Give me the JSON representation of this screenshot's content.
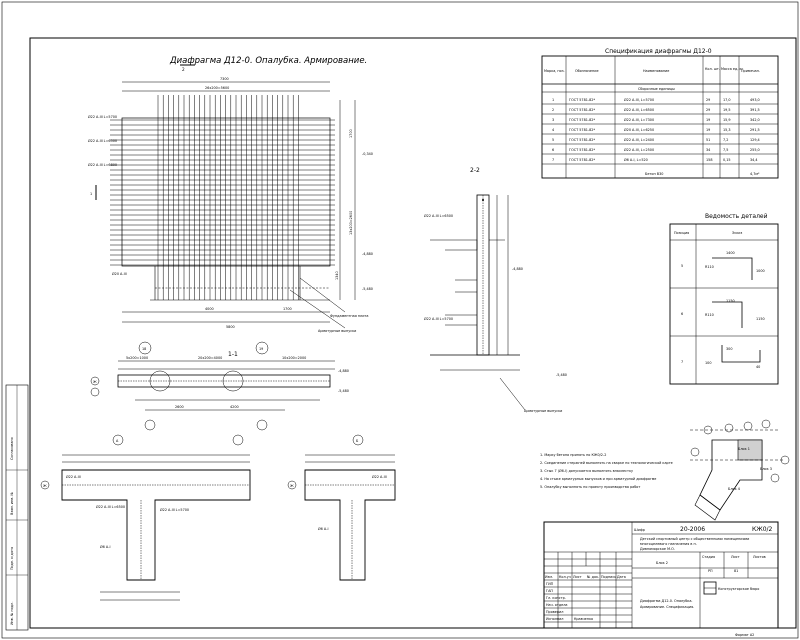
{
  "drawing": {
    "title": "Диафрагма Д12-0. Опалубка. Армирование.",
    "title_mark": "2",
    "section_2_2": "2-2",
    "section_1_1": "1-1",
    "node_a": "А",
    "node_b": "Б",
    "axis_1": "1",
    "axis_ks": "Ж",
    "axis_18": "18",
    "axis_19": "19",
    "elev_top": "-0,340",
    "elev_mid": "-4,880",
    "elev_low": "-5,480",
    "elev_ks": "-4,880",
    "elev_ks2": "-5,480",
    "note_vyp": "Арматурные выпуски",
    "note_fund": "Фундаментная плита",
    "note_vyp2": "Арматурные выпуски",
    "dim_top": "7300",
    "dim_pitch": "26х200=5600",
    "dim_bottom1": "4000",
    "dim_bottom2": "1700",
    "dim_bottom3": "5800",
    "dim_right1": "1700",
    "dim_right2": "13х200=2600",
    "dim_right3": "1340",
    "dim_s1_1": "5х200=1000",
    "dim_s1_2": "20х200=4000",
    "dim_s1_3": "10х200=2000",
    "dim_s1_4": "2600",
    "dim_s1_5": "4200",
    "bar_1": "Ø22 А-III L=5700",
    "bar_2": "Ø22 А-III L=6500",
    "bar_3": "Ø22 А-III L=6800",
    "bar_4": "Ø20 А-III",
    "bar_5": "Ø22 А-III L=6500",
    "bar_6": "Ø22 А-III L=5700",
    "bar_7": "Ø6 А-I",
    "bar_8": "Ø22 А-III"
  },
  "spec": {
    "title": "Спецификация диафрагмы Д12-0",
    "headers": [
      "Марка, поз.",
      "Обозначение",
      "Наименование",
      "Кол. шт.",
      "Масса ед. кг",
      "Примечан."
    ],
    "group": "Сборочные единицы",
    "rows": [
      {
        "pos": "1",
        "code": "ГОСТ 5781-82*",
        "name": "Ø22 А-III, L=5700",
        "qty": "29",
        "mass": "17,0",
        "note": "493,0"
      },
      {
        "pos": "2",
        "code": "ГОСТ 5781-82*",
        "name": "Ø22 А-III, L=6500",
        "qty": "29",
        "mass": "19,5",
        "note": "391,5"
      },
      {
        "pos": "3",
        "code": "ГОСТ 5781-82*",
        "name": "Ø22 А-III, L=7300",
        "qty": "19",
        "mass": "15,9",
        "note": "342,0"
      },
      {
        "pos": "4",
        "code": "ГОСТ 5781-82*",
        "name": "Ø20 А-III, L=6250",
        "qty": "19",
        "mass": "15,3",
        "note": "291,5"
      },
      {
        "pos": "5",
        "code": "ГОСТ 5781-82*",
        "name": "Ø22 А-III, L=2400",
        "qty": "51",
        "mass": "7,2",
        "note": "129,4"
      },
      {
        "pos": "6",
        "code": "ГОСТ 5781-82*",
        "name": "Ø22 А-III, L=2500",
        "qty": "34",
        "mass": "7,5",
        "note": "255,0"
      },
      {
        "pos": "7",
        "code": "ГОСТ 5781-82*",
        "name": "Ø6 А-I, L=520",
        "qty": "158",
        "mass": "0,15",
        "note": "34,4"
      }
    ],
    "footer_name": "Бетон В30",
    "footer_note": "4,7м³"
  },
  "details": {
    "title": "Ведомость деталей",
    "headers": [
      "Позиция",
      "Эскиз"
    ],
    "rows": [
      {
        "pos": "5",
        "d1": "1400",
        "d2": "1000",
        "d3": "R110"
      },
      {
        "pos": "6",
        "d1": "1150",
        "d2": "1150",
        "d3": "R110"
      },
      {
        "pos": "7",
        "d1": "300",
        "d2": "40",
        "d3": "100"
      }
    ]
  },
  "notes": [
    "1. Марку бетона принять по КЖ0/2-2",
    "2. Соединение стержней выполнять на сварке по технологической карте",
    "3. Стык 7 (Ø6-I) допускается выполнять внахлестку",
    "4. На стыке арматурных выпусков и при арматурной диафрагме",
    "5. Опалубку выполнять по проекту производства работ"
  ],
  "key_plan": {
    "block1": "Блок 1",
    "block3": "Блок 3",
    "block4": "Блок 4",
    "labels": [
      "А",
      "Б",
      "В",
      "Г",
      "Д",
      "Е",
      "Ж"
    ]
  },
  "stamp": {
    "code_left": "Шифр",
    "number": "20-2006",
    "sheet_code": "КЖ0/2",
    "project": "Детский спортивный центр с общественными помещениями многоцелевого назначения в п. Дивноморское М.О.",
    "block": "Блок 2",
    "stage_label": "Стадия",
    "sheet_label": "Лист",
    "sheets_label": "Листов",
    "stage": "РП",
    "sheet": "81",
    "sheets": "",
    "drawing_name": "Диафрагма Д12-0. Опалубка. Армирование. Спецификация.",
    "company": "Конструкторское бюро",
    "roles": [
      "ГИП",
      "ГАП",
      "Гл. констр.",
      "Нач. отдела",
      "Проверил",
      "Исполнил"
    ],
    "persons": [
      "",
      "",
      "",
      "",
      "",
      "Кравченко"
    ],
    "row_headers": [
      "Изм.",
      "Кол.уч",
      "Лист",
      "№ док.",
      "Подпись",
      "Дата"
    ],
    "format": "Формат А2"
  },
  "side_stamp": [
    "Согласовано",
    "Инв. № подл.",
    "Подп. и дата",
    "Взам. инв. №"
  ]
}
